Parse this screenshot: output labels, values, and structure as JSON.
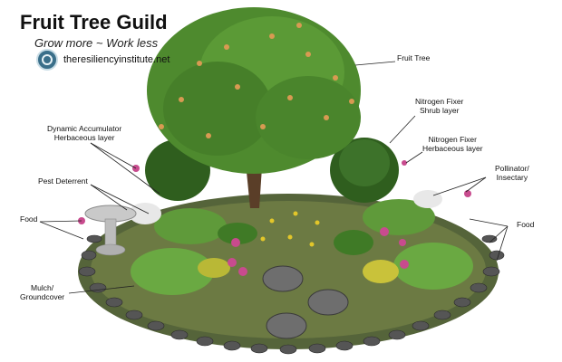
{
  "header": {
    "title": "Fruit Tree Guild",
    "subtitle": "Grow more ~ Work less",
    "website": "theresiliencyinstitute.net"
  },
  "labels": {
    "fruit_tree": "Fruit Tree",
    "nitrogen_fixer_shrub_1": "Nitrogen Fixer",
    "nitrogen_fixer_shrub_2": "Shrub layer",
    "nitrogen_fixer_herb_1": "Nitrogen Fixer",
    "nitrogen_fixer_herb_2": "Herbaceous layer",
    "dynamic_accumulator_1": "Dynamic Accumulator",
    "dynamic_accumulator_2": "Herbaceous layer",
    "pest_deterrent": "Pest Deterrent",
    "pollinator_1": "Pollinator/",
    "pollinator_2": "Insectary",
    "food_left": "Food",
    "food_right": "Food",
    "mulch_1": "Mulch/",
    "mulch_2": "Groundcover"
  },
  "colors": {
    "ground": "#5a6a3a",
    "foliage": "#4e8a2e",
    "foliage_dark": "#2f5e1e",
    "fruit": "#d89a52",
    "flower": "#c84b8e",
    "yellow_flower": "#e2c62a",
    "stone": "#6e6e6e"
  }
}
